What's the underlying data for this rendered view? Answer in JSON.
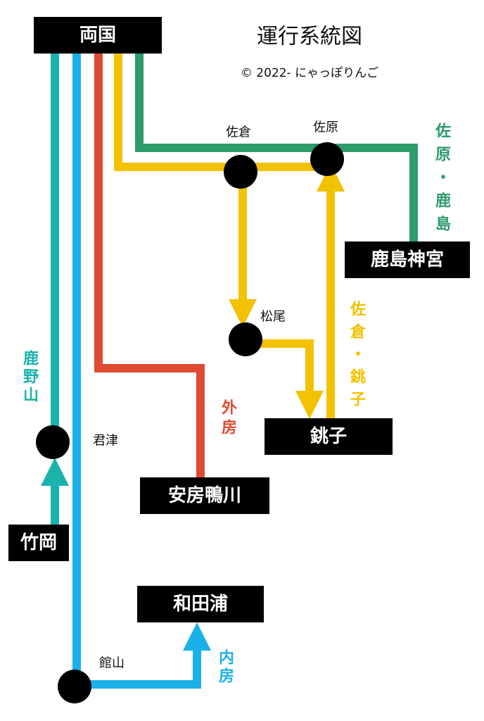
{
  "title": "運行系統図",
  "copyright": "© 2022- にゃっぽりんご",
  "colors": {
    "kashima_line": "#2e9b6a",
    "narita_line": "#f2c200",
    "sotobo_line": "#e04a32",
    "uchibo_line": "#1bb1e8",
    "kashimayama_line": "#1ab2ad",
    "station_box": "#000000",
    "station_dot": "#000000"
  },
  "terminals": {
    "ryogoku": "両国",
    "kashima_jingu": "鹿島神宮",
    "choshi": "銚子",
    "awa_kamogawa": "安房鴨川",
    "takeoka": "竹岡",
    "wadaura": "和田浦"
  },
  "stations": {
    "sakura": "佐倉",
    "sawara": "佐原",
    "matsuo": "松尾",
    "kimitsu": "君津",
    "tateyama": "館山"
  },
  "line_labels": {
    "sawara_kashima": "佐原・鹿島",
    "sakura_choshi": "佐倉・銚子",
    "sotobo": "外房",
    "kashimayama": "鹿野山",
    "uchibo": "内房"
  }
}
